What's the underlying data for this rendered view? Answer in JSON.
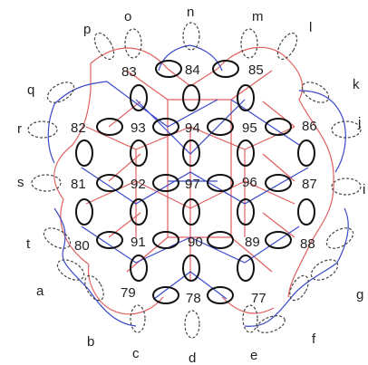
{
  "diagram": {
    "labels": {
      "n83": "83",
      "n84": "84",
      "n85": "85",
      "n82": "82",
      "n93": "93",
      "n94": "94",
      "n95": "95",
      "n86": "86",
      "n81": "81",
      "n92": "92",
      "n97": "97",
      "n96": "96",
      "n87": "87",
      "n80": "80",
      "n91": "91",
      "n90": "90",
      "n89": "89",
      "n88": "88",
      "n79": "79",
      "n78": "78",
      "n77": "77"
    },
    "letters": {
      "a": "a",
      "b": "b",
      "c": "c",
      "d": "d",
      "e": "e",
      "f": "f",
      "g": "g",
      "i": "i",
      "j": "j",
      "k": "k",
      "l": "l",
      "m": "m",
      "n": "n",
      "o": "o",
      "p": "p",
      "q": "q",
      "r": "r",
      "s": "s",
      "t": "t"
    },
    "colors": {
      "red_strand": "#e06060",
      "blue_strand": "#3a49c9",
      "ring": "#111111",
      "dashed": "#444444"
    }
  }
}
